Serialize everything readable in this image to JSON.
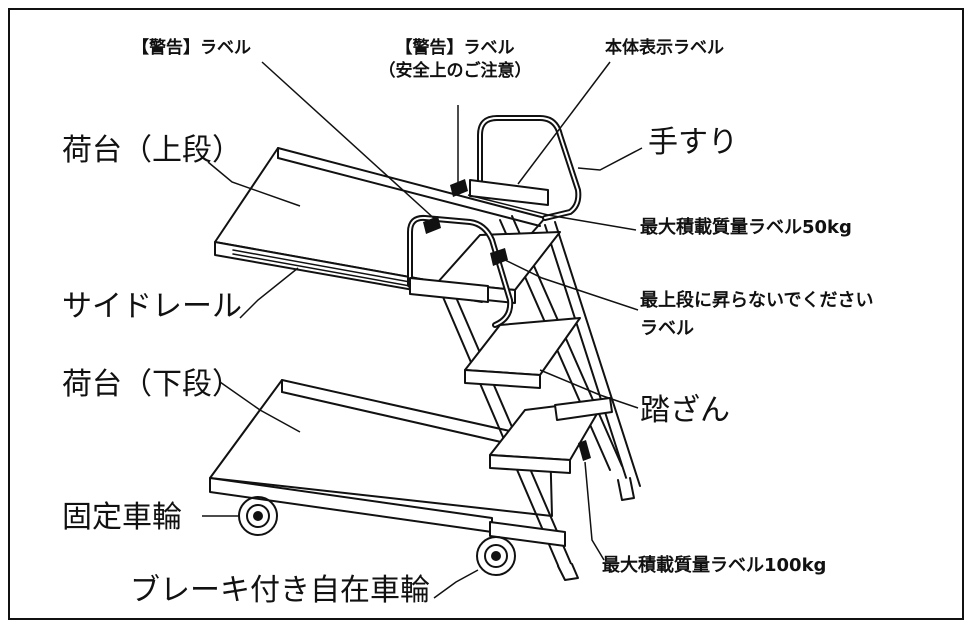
{
  "labels": {
    "warning_label_left": "【警告】ラベル",
    "warning_label_center_line1": "【警告】ラベル",
    "warning_label_center_line2": "（安全上のご注意）",
    "body_display_label": "本体表示ラベル",
    "handrail": "手すり",
    "upper_deck": "荷台（上段）",
    "max_load_label_50": "最大積載質量ラベル50kg",
    "side_rail": "サイドレール",
    "no_climb_label_line1": "最上段に昇らないでください",
    "no_climb_label_line2": "ラベル",
    "lower_deck": "荷台（下段）",
    "step": "踏ざん",
    "fixed_caster": "固定車輪",
    "max_load_label_100": "最大積載質量ラベル100kg",
    "brake_caster": "ブレーキ付き自在車輪"
  },
  "colors": {
    "line": "#111111",
    "background": "#ffffff",
    "label_fill": "#111111"
  }
}
